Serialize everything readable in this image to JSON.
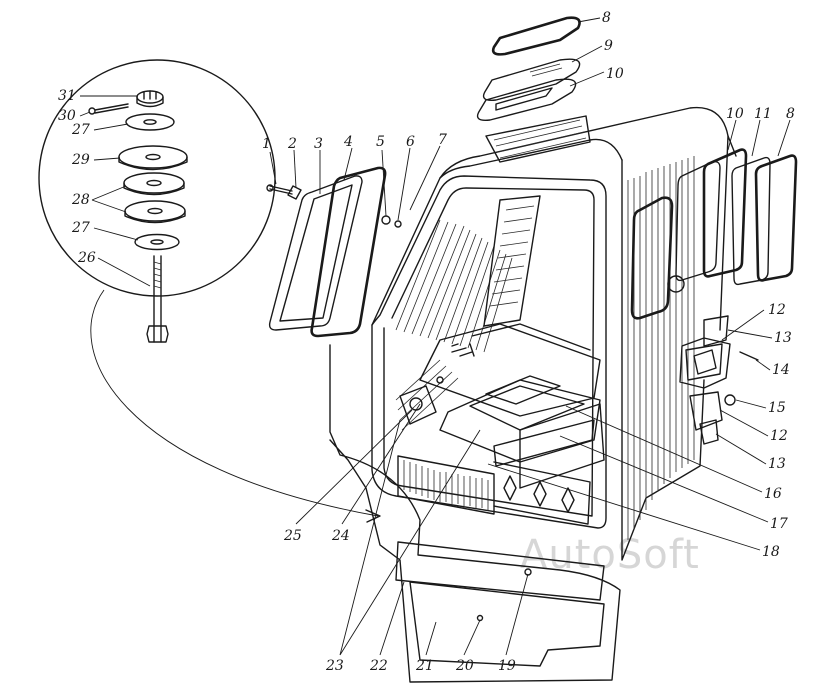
{
  "diagram": {
    "watermark": "AutoSoft",
    "labels": [
      {
        "id": "l1",
        "text": "1"
      },
      {
        "id": "l2",
        "text": "2"
      },
      {
        "id": "l3",
        "text": "3"
      },
      {
        "id": "l4",
        "text": "4"
      },
      {
        "id": "l5",
        "text": "5"
      },
      {
        "id": "l6",
        "text": "6"
      },
      {
        "id": "l7",
        "text": "7"
      },
      {
        "id": "l8a",
        "text": "8"
      },
      {
        "id": "l9",
        "text": "9"
      },
      {
        "id": "l10a",
        "text": "10"
      },
      {
        "id": "l10b",
        "text": "10"
      },
      {
        "id": "l11",
        "text": "11"
      },
      {
        "id": "l8b",
        "text": "8"
      },
      {
        "id": "l12a",
        "text": "12"
      },
      {
        "id": "l13a",
        "text": "13"
      },
      {
        "id": "l14",
        "text": "14"
      },
      {
        "id": "l15",
        "text": "15"
      },
      {
        "id": "l12b",
        "text": "12"
      },
      {
        "id": "l13b",
        "text": "13"
      },
      {
        "id": "l16",
        "text": "16"
      },
      {
        "id": "l17",
        "text": "17"
      },
      {
        "id": "l18",
        "text": "18"
      },
      {
        "id": "l19",
        "text": "19"
      },
      {
        "id": "l20",
        "text": "20"
      },
      {
        "id": "l21",
        "text": "21"
      },
      {
        "id": "l22",
        "text": "22"
      },
      {
        "id": "l23",
        "text": "23"
      },
      {
        "id": "l24",
        "text": "24"
      },
      {
        "id": "l25",
        "text": "25"
      },
      {
        "id": "l26",
        "text": "26"
      },
      {
        "id": "l27a",
        "text": "27"
      },
      {
        "id": "l28",
        "text": "28"
      },
      {
        "id": "l29",
        "text": "29"
      },
      {
        "id": "l27b",
        "text": "27"
      },
      {
        "id": "l30",
        "text": "30"
      },
      {
        "id": "l31",
        "text": "31"
      }
    ]
  }
}
